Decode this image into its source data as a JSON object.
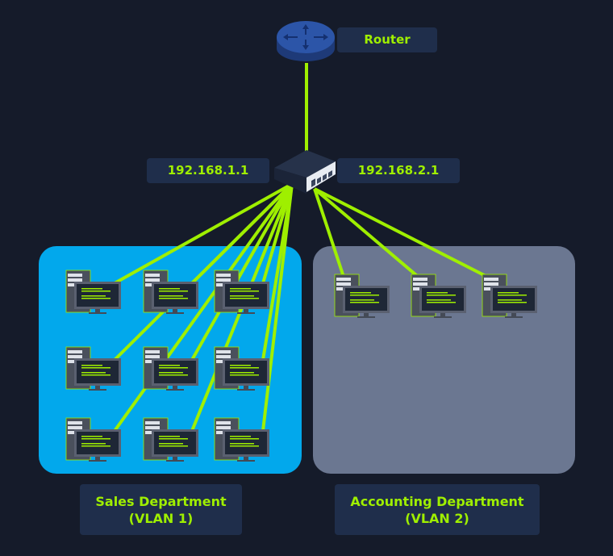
{
  "router": {
    "label": "Router"
  },
  "switch": {
    "left_ip": "192.168.1.1",
    "right_ip": "192.168.2.1"
  },
  "departments": [
    {
      "name": "Sales Department",
      "vlan": "(VLAN 1)",
      "color": "#02a8ec",
      "computers": 9
    },
    {
      "name": "Accounting Department",
      "vlan": "(VLAN 2)",
      "color": "#6b7791",
      "computers": 3
    }
  ],
  "colors": {
    "link": "#9fef00",
    "background": "#151b2a",
    "label_bg": "#1f2e4b",
    "router": "#2c55a8"
  }
}
